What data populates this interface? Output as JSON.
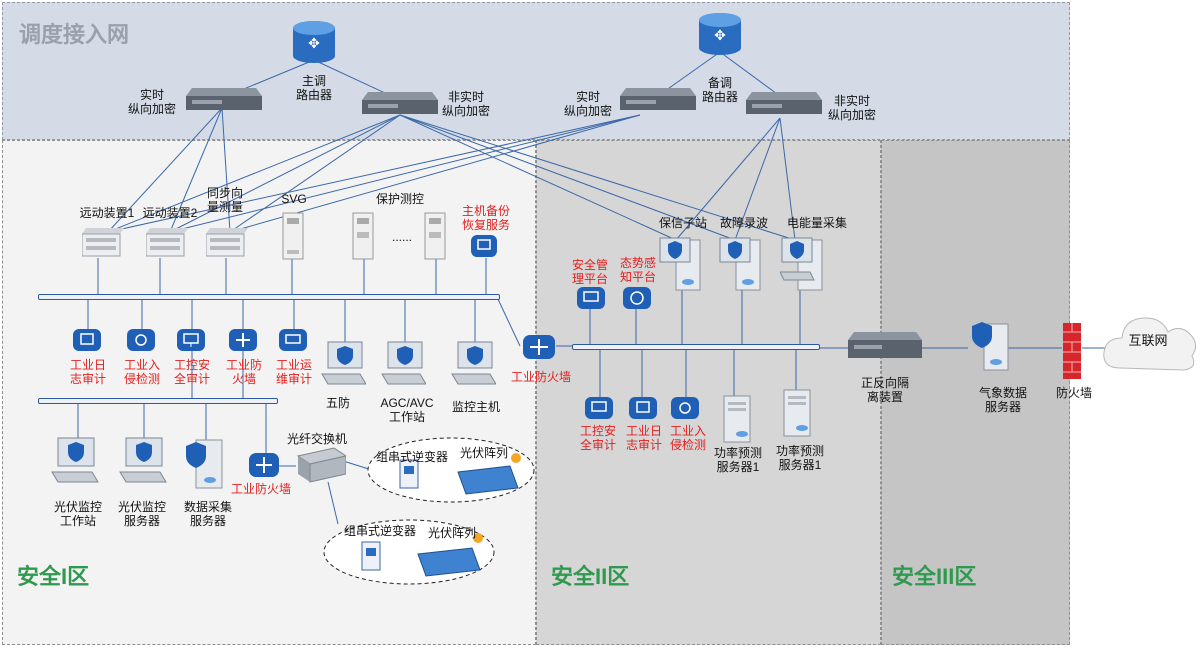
{
  "zones": {
    "dispatch": "调度接入网",
    "safety_1": "安全I区",
    "safety_2": "安全II区",
    "safety_3": "安全III区"
  },
  "routers": {
    "main": "主调\n路由器",
    "backup": "备调\n路由器"
  },
  "encryption": {
    "realtime_main": "实时\n纵向加密",
    "nonrealtime_main": "非实时\n纵向加密",
    "realtime_backup": "实时\n纵向加密",
    "nonrealtime_backup": "非实时\n纵向加密"
  },
  "zone1": {
    "telecontrol_1": "远动装置1",
    "telecontrol_2": "远动装置2",
    "pmu": "同步向\n量测量",
    "svg": "SVG",
    "protection": "保护测控",
    "ellipsis": "......",
    "host_backup": "主机备份\n恢复服务",
    "log_audit": "工业日\n志审计",
    "intrusion": "工业入\n侵检测",
    "ics_audit": "工控安\n全审计",
    "firewall": "工业防\n火墙",
    "ops_audit": "工业运\n维审计",
    "wufang": "五防",
    "agc_avc": "AGC/AVC\n工作站",
    "monitor_host": "监控主机",
    "pv_workstation": "光伏监控\n工作站",
    "pv_server": "光伏监控\n服务器",
    "data_server": "数据采集\n服务器",
    "fiber_switch": "光纤交换机",
    "fw2": "工业防火墙",
    "string_inverter_1": "组串式逆变器",
    "pv_array_1": "光伏阵列",
    "string_inverter_2": "组串式逆变器",
    "pv_array_2": "光伏阵列",
    "boundary_fw": "工业防火墙"
  },
  "zone2": {
    "substation": "保信子站",
    "fault_recorder": "故障录波",
    "metering": "电能量采集",
    "security_mgmt": "安全管\n理平台",
    "situation": "态势感\n知平台",
    "ics_audit": "工控安\n全审计",
    "log_audit": "工业日\n志审计",
    "intrusion": "工业入\n侵检测",
    "forecast_1": "功率预测\n服务器1",
    "forecast_2": "功率预测\n服务器1",
    "isolation": "正反向隔\n离装置"
  },
  "zone3": {
    "weather_server": "气象数据\n服务器",
    "firewall": "防火墙",
    "internet": "互联网"
  }
}
